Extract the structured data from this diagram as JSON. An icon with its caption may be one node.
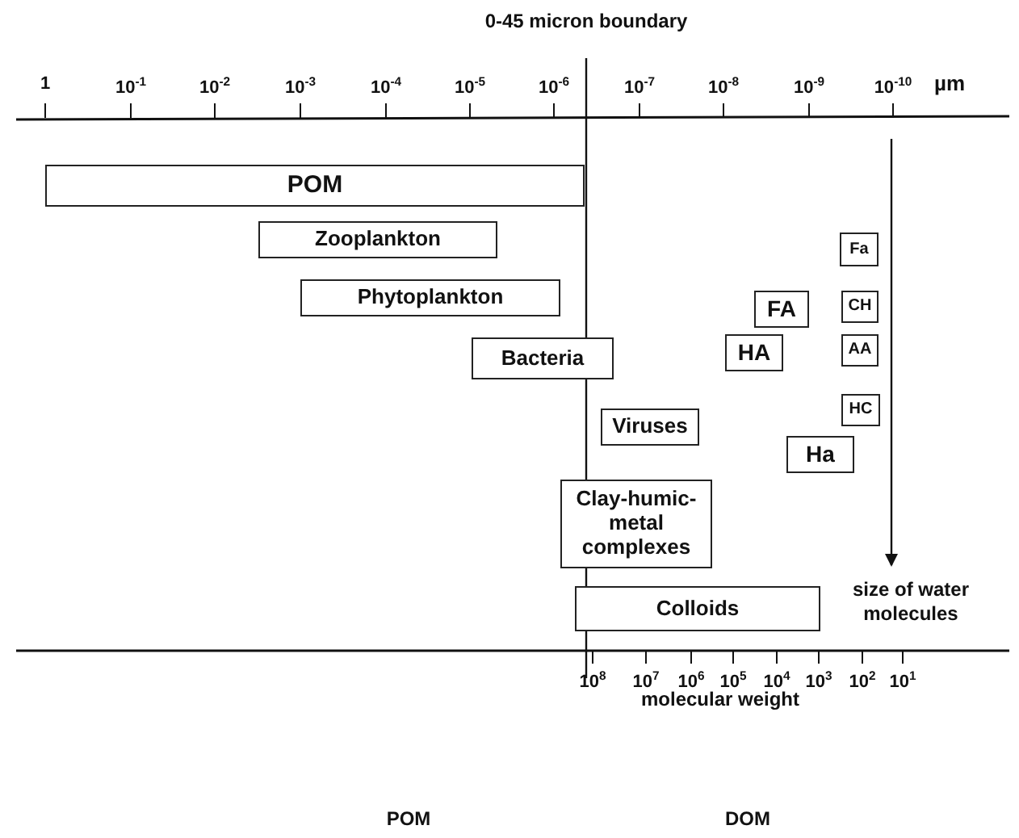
{
  "diagram": {
    "nodes": [
      {
        "text": [
          "POM"
        ]
      },
      {
        "text": [
          "Zooplankton"
        ]
      },
      {
        "text": [
          "Phytoplankton"
        ]
      },
      {
        "text": [
          "Bacteria"
        ]
      },
      {
        "text": [
          "Fa"
        ]
      },
      {
        "text": [
          "FA"
        ]
      },
      {
        "text": [
          "CH"
        ]
      },
      {
        "text": [
          "HA"
        ]
      },
      {
        "text": [
          "AA"
        ]
      },
      {
        "text": [
          "HC"
        ]
      },
      {
        "text": [
          "Viruses"
        ]
      },
      {
        "text": [
          "Ha"
        ]
      },
      {
        "text": [
          "Clay-humic-metal complexes"
        ]
      },
      {
        "text": [
          "Colloids"
        ]
      },
      {
        "text": [
          "size of water molecules"
        ]
      }
    ],
    "edges": [
      {
        "from": null,
        "to": 14,
        "arrow": "to"
      }
    ],
    "labels": [
      "0-45 micron boundary",
      "1",
      "10$^{-1}$",
      "10$^{-2}$",
      "10$^{-3}$",
      "10$^{-4}$",
      "10$^{-5}$",
      "10$^{-6}$",
      "10$^{-7}$",
      "10$^{-8}$",
      "10$^{-9}$",
      "10$^{-10}$",
      "µm",
      "10$^{8}$",
      "10$^{7}$",
      "10$^{6}$",
      "10$^{5}$",
      "10$^{4}$",
      "10$^{3}$",
      "10$^{2}$",
      "10$^{1}$",
      "molecular weight",
      "POM",
      "DOM"
    ]
  }
}
